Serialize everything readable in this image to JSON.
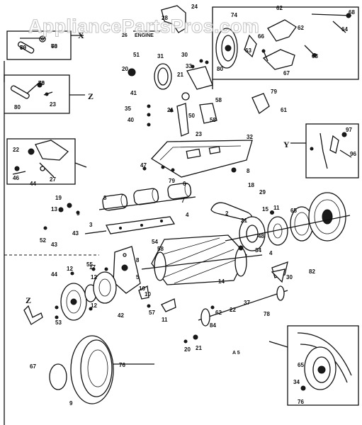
{
  "watermark": "AppliancePartsPros.com",
  "engine_label": "ENGINE",
  "engine_ref": "26",
  "diagram_code": "A 5",
  "roman_refs": [
    "X",
    "Z",
    "Y",
    "Z"
  ],
  "part_numbers": [
    "79",
    "70",
    "70",
    "23",
    "80",
    "24",
    "28",
    "74",
    "63",
    "68",
    "62",
    "64",
    "62",
    "67",
    "66",
    "63",
    "80",
    "20",
    "51",
    "31",
    "30",
    "33",
    "41",
    "35",
    "40",
    "21",
    "21",
    "50",
    "58",
    "58",
    "32",
    "23",
    "79",
    "61",
    "22",
    "46",
    "44",
    "27",
    "47",
    "79",
    "19",
    "8",
    "18",
    "43",
    "5",
    "3",
    "7",
    "6",
    "8",
    "15",
    "65",
    "52",
    "13",
    "43",
    "44",
    "12",
    "55",
    "58",
    "54",
    "4",
    "2",
    "29",
    "21",
    "53",
    "12",
    "10",
    "5",
    "10",
    "8",
    "14",
    "57",
    "11",
    "42",
    "17",
    "12",
    "22",
    "30",
    "82",
    "37",
    "62",
    "67",
    "9",
    "76",
    "34",
    "65",
    "76",
    "78",
    "84",
    "97",
    "96",
    "11",
    "48",
    "34",
    "4",
    "20",
    "21",
    "60",
    "68",
    "38"
  ]
}
